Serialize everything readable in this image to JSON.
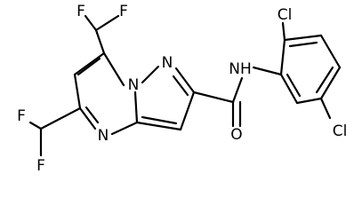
{
  "molecule": {
    "atoms": {
      "F1": "F",
      "F2": "F",
      "F3": "F",
      "F4": "F",
      "N_pyrazole_bridge": "N",
      "N_pyrazole": "N",
      "N_pyrimidine": "N",
      "NH": "NH",
      "O": "O",
      "Cl1": "Cl",
      "Cl2": "Cl"
    },
    "colors": {
      "bond": "#000000",
      "label": "#000000",
      "background": "#ffffff"
    }
  }
}
